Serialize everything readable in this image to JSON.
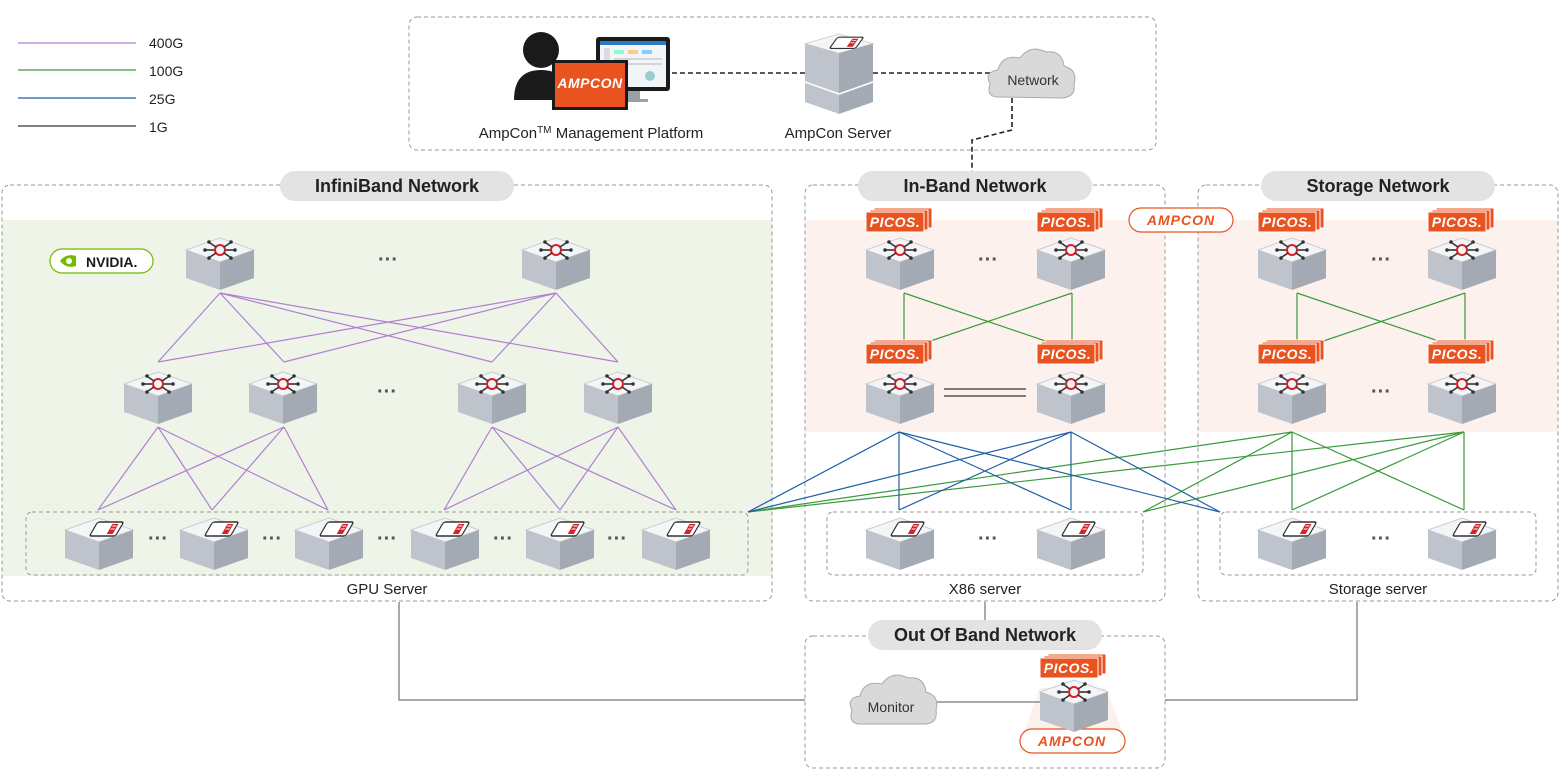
{
  "legend": [
    {
      "label": "400G",
      "color": "#b07fd3"
    },
    {
      "label": "100G",
      "color": "#3a9a3a"
    },
    {
      "label": "25G",
      "color": "#1f5ea8"
    },
    {
      "label": "1G",
      "color": "#333333"
    }
  ],
  "management": {
    "platform_label_pre": "AmpCon",
    "platform_label_tm": "TM",
    "platform_label_post": " Management Platform",
    "server_label": "AmpCon Server",
    "cloud_label": "Network",
    "screen_brand": "AMPCON"
  },
  "sections": {
    "infiniband": "InfiniBand Network",
    "inband": "In-Band Network",
    "storage": "Storage Network",
    "oob": "Out Of Band Network"
  },
  "server_labels": {
    "gpu": "GPU Server",
    "x86": "X86 server",
    "storage": "Storage server"
  },
  "brands": {
    "nvidia": "NVIDIA.",
    "picos": "PICOS.",
    "ampcon": "AMPCON"
  },
  "oob": {
    "monitor_label": "Monitor"
  },
  "ellipsis": "···",
  "colors": {
    "ib_bg": "#eef5e8",
    "pink_bg": "#fdf1ee",
    "pill_bg": "#e3e3e3",
    "orange": "#e8531f",
    "nvidia_green": "#76b900"
  }
}
